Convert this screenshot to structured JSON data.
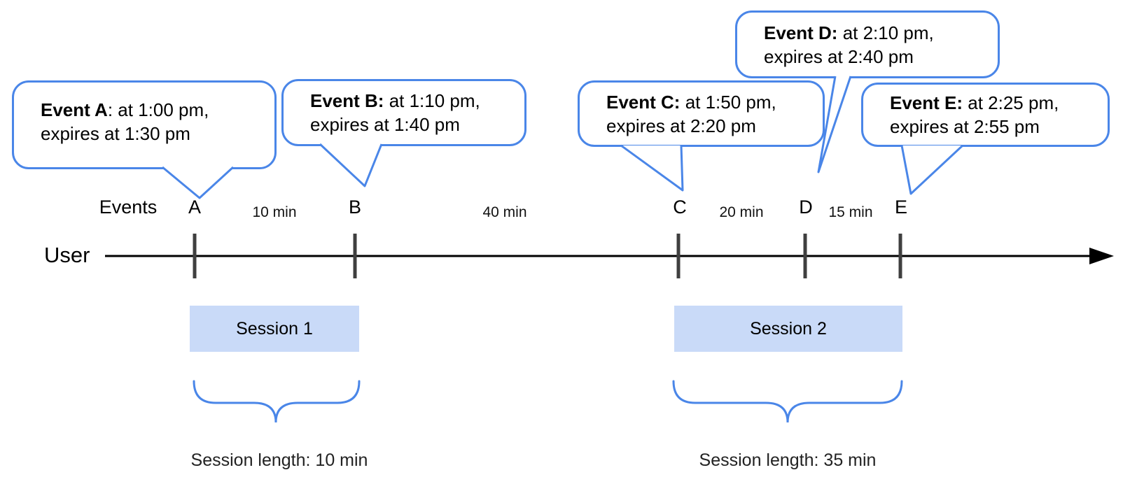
{
  "bubbles": [
    {
      "name": "event-a",
      "bold": "Event A",
      "rest": ": at 1:00 pm,",
      "line2": "expires at 1:30 pm"
    },
    {
      "name": "event-b",
      "bold": "Event B:",
      "rest": " at 1:10 pm,",
      "line2": "expires at 1:40 pm"
    },
    {
      "name": "event-c",
      "bold": "Event C:",
      "rest": " at 1:50 pm,",
      "line2": "expires at 2:20 pm"
    },
    {
      "name": "event-d",
      "bold": "Event D:",
      "rest": " at 2:10 pm,",
      "line2": "expires at 2:40 pm"
    },
    {
      "name": "event-e",
      "bold": "Event E:",
      "rest": " at 2:25 pm,",
      "line2": "expires at 2:55 pm"
    }
  ],
  "timeline": {
    "events_label": "Events",
    "user_label": "User",
    "event_ticks": [
      "A",
      "B",
      "C",
      "D",
      "E"
    ],
    "intervals": [
      "10 min",
      "40 min",
      "20 min",
      "15 min"
    ]
  },
  "sessions": [
    {
      "label": "Session 1",
      "length": "Session length: 10 min"
    },
    {
      "label": "Session 2",
      "length": "Session length: 35 min"
    }
  ],
  "colors": {
    "accent_blue": "#4a86e8",
    "session_fill": "#c9daf8",
    "tick_gray": "#3f3f3f",
    "timeline_black": "#000000"
  }
}
